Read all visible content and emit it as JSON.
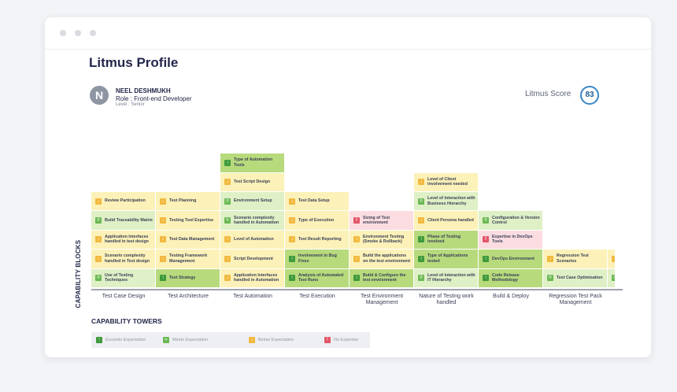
{
  "app": {
    "title": "Litmus Profile"
  },
  "colors": {
    "exceeds": "#3f9a3a",
    "meets": "#6bb954",
    "below": "#f1b93f",
    "no_expertise": "#e25568",
    "accent": "#3a86c8"
  },
  "profile": {
    "initial": "N",
    "name": "NEEL DESHMUKH",
    "role": "Role : Front-end Developer",
    "level": "Level : Senior"
  },
  "score": {
    "label": "Litmus Score",
    "value": "83"
  },
  "yaxis_label": "CAPABILITY BLOCKS",
  "towers_title": "CAPABILITY TOWERS",
  "legend": [
    {
      "status": "exceeds",
      "label": "Exceeds Expectation"
    },
    {
      "status": "meets",
      "label": "Meets Expectation"
    },
    {
      "status": "below",
      "label": "Below Expectation"
    },
    {
      "status": "noexp",
      "label": "No Expertise"
    }
  ],
  "towers": [
    {
      "name": "Test Case Design",
      "blocks": [
        {
          "label": "Use of Testing Techniques",
          "status": "meets"
        },
        {
          "label": "Scenario complexity handled in Test design",
          "status": "below"
        },
        {
          "label": "Application Interfaces handled in test design",
          "status": "below"
        },
        {
          "label": "Build Traceability Matrix",
          "status": "meets"
        },
        {
          "label": "Review Participation",
          "status": "below"
        }
      ]
    },
    {
      "name": "Test Architecture",
      "blocks": [
        {
          "label": "Test Strategy",
          "status": "exceeds"
        },
        {
          "label": "Testing Framework Management",
          "status": "below"
        },
        {
          "label": "Test Data Management",
          "status": "below"
        },
        {
          "label": "Testing Tool Expertise",
          "status": "below"
        },
        {
          "label": "Test Planning",
          "status": "below"
        }
      ]
    },
    {
      "name": "Test Automation",
      "blocks": [
        {
          "label": "Application Interfaces handled in Automation",
          "status": "below"
        },
        {
          "label": "Script Development",
          "status": "below"
        },
        {
          "label": "Level of Automation",
          "status": "below"
        },
        {
          "label": "Scenario complexity handled in Automation",
          "status": "meets"
        },
        {
          "label": "Environment Setup",
          "status": "meets"
        },
        {
          "label": "Test Script Design",
          "status": "below"
        },
        {
          "label": "Type of Automation Tools",
          "status": "exceeds"
        }
      ]
    },
    {
      "name": "Test Execution",
      "blocks": [
        {
          "label": "Analysis of Automated Test Runs",
          "status": "exceeds"
        },
        {
          "label": "Involvement in Bug Fixes",
          "status": "exceeds"
        },
        {
          "label": "Test Result Reporting",
          "status": "below"
        },
        {
          "label": "Type of Execution",
          "status": "below"
        },
        {
          "label": "Test Data Setup",
          "status": "below"
        }
      ]
    },
    {
      "name": "Test Environment Management",
      "blocks": [
        {
          "label": "Build & Configure the test environment",
          "status": "exceeds"
        },
        {
          "label": "Build the applications on the test environment",
          "status": "below"
        },
        {
          "label": "Environment Testing (Smoke & Rollback)",
          "status": "below"
        },
        {
          "label": "Sizing of Test environment",
          "status": "noexp"
        }
      ]
    },
    {
      "name": "Nature of Testing work handled",
      "blocks": [
        {
          "label": "Level of interaction with IT Hierarchy",
          "status": "meets"
        },
        {
          "label": "Type of Applications tested",
          "status": "exceeds"
        },
        {
          "label": "Phase of Testing involved",
          "status": "exceeds"
        },
        {
          "label": "Client Persona handled",
          "status": "below"
        },
        {
          "label": "Level of interaction with Business Hierarchy",
          "status": "meets"
        },
        {
          "label": "Level of Client involvement needed",
          "status": "below"
        }
      ]
    },
    {
      "name": "Build & Deploy",
      "blocks": [
        {
          "label": "Code Release Methodology",
          "status": "exceeds"
        },
        {
          "label": "DevOps Environment",
          "status": "exceeds"
        },
        {
          "label": "Expertise in DevOps Tools",
          "status": "noexp"
        },
        {
          "label": "Configuration & Version Control",
          "status": "meets"
        }
      ]
    },
    {
      "name": "Regression Test Pack Management",
      "blocks": [
        {
          "label": "Test Case Optimisation",
          "status": "meets"
        },
        {
          "label": "Regression Test Scenarios",
          "status": "below"
        }
      ]
    }
  ]
}
